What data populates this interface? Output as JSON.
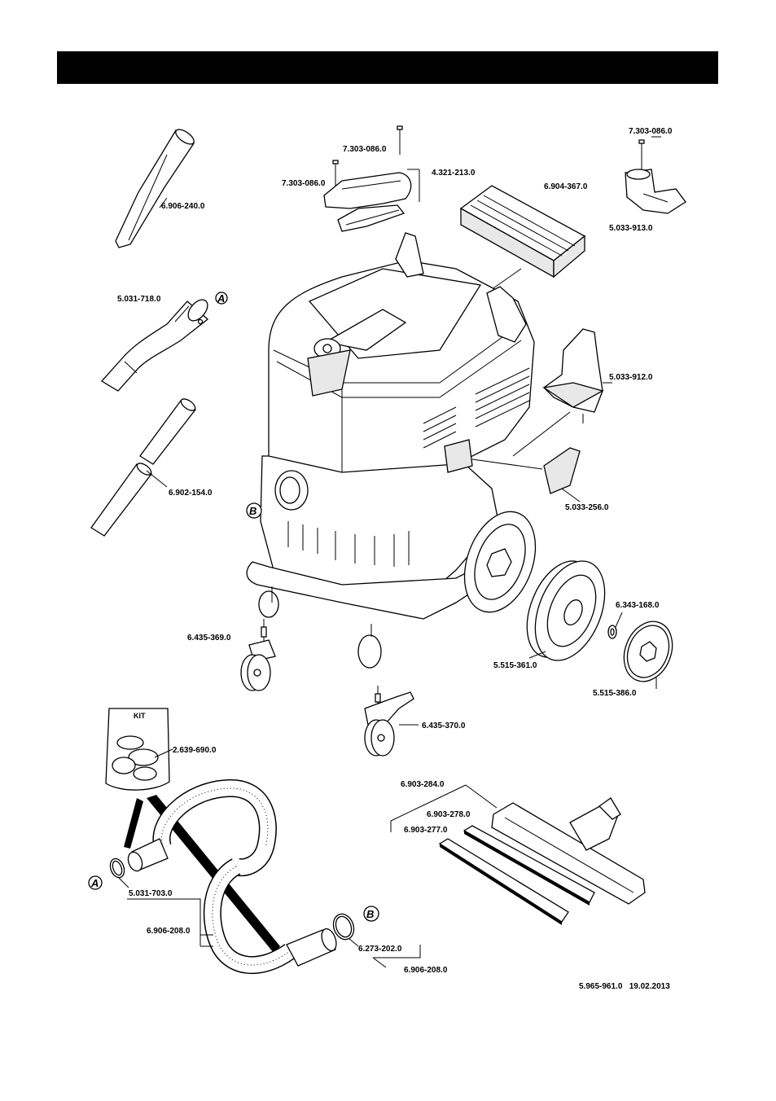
{
  "parts": {
    "crevice_nozzle": "6.906-240.0",
    "bend_pipe": "5.031-718.0",
    "extension_tubes": "6.902-154.0",
    "screw_top": "7.303-086.0",
    "screw_handle": "7.303-086.0",
    "handle": "4.321-213.0",
    "flat_filter": "6.904-367.0",
    "screw_holder": "7.303-086.0",
    "accessory_holder": "5.033-913.0",
    "nozzle_holder": "5.033-912.0",
    "cover": "5.033-256.0",
    "castor_a": "6.435-369.0",
    "castor_b": "6.435-370.0",
    "wheel": "5.515-361.0",
    "retaining_ring": "6.343-168.0",
    "hub_cap": "5.515-386.0",
    "kit": "2.639-690.0",
    "hose_adapter": "5.031-703.0",
    "suction_hose": "6.906-208.0",
    "seal_ring": "6.273-202.0",
    "hose_assembly": "6.906-208.0",
    "floor_nozzle": "6.903-284.0",
    "strip_a": "6.903-278.0",
    "strip_b": "6.903-277.0"
  },
  "callouts": {
    "a_top": "A",
    "a_bottom": "A",
    "b_body": "B",
    "b_hose": "B"
  },
  "kit_label": "KIT",
  "footer": "5.965-961.0   19.02.2013"
}
